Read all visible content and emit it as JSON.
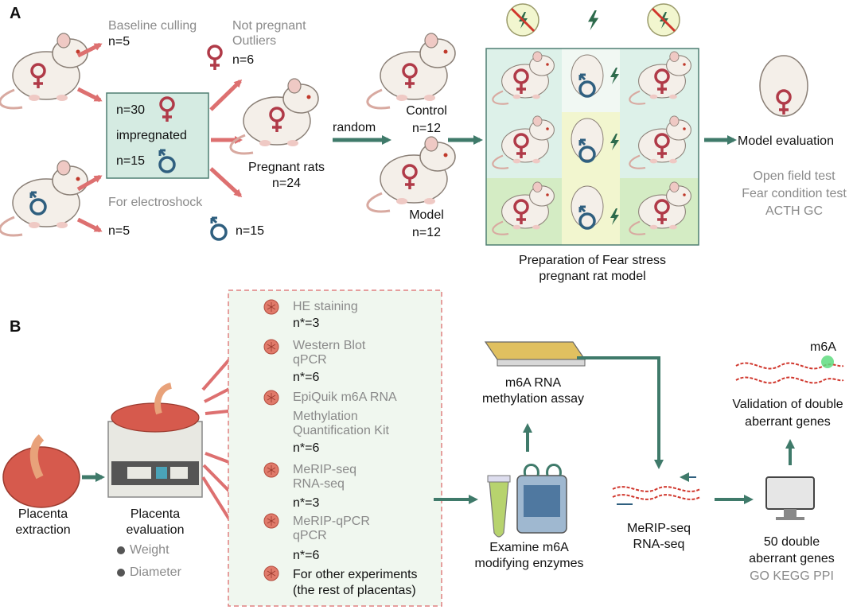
{
  "panel_a": {
    "letter": "A",
    "baseline": {
      "label": "Baseline culling",
      "n": "n=5"
    },
    "not_pregnant": {
      "line1": "Not pregnant",
      "line2": "Outliers",
      "n": "n=6"
    },
    "impregnated_box": {
      "n_female": "n=30",
      "label": "impregnated",
      "n_male": "n=15"
    },
    "electroshock": {
      "label": "For electroshock",
      "n": "n=5"
    },
    "male_extra": {
      "n": "n=15"
    },
    "pregnant": {
      "label": "Pregnant rats",
      "n": "n=24"
    },
    "random_label": "random",
    "control": {
      "label": "Control",
      "n": "n=12"
    },
    "model": {
      "label": "Model",
      "n": "n=12"
    },
    "grid_caption": {
      "line1": "Preparation of Fear stress",
      "line2": "pregnant rat model"
    },
    "evaluation": {
      "title": "Model evaluation",
      "tests": [
        "Open field test",
        "Fear condition test",
        "ACTH GC"
      ]
    }
  },
  "panel_b": {
    "letter": "B",
    "extraction": {
      "line1": "Placenta",
      "line2": "extraction"
    },
    "evaluation": {
      "line1": "Placenta",
      "line2": "evaluation",
      "bullets": [
        "Weight",
        "Diameter"
      ]
    },
    "experiments": [
      {
        "lines": [
          "HE staining"
        ],
        "n": "n*=3"
      },
      {
        "lines": [
          "Western Blot",
          "qPCR"
        ],
        "n": "n*=6"
      },
      {
        "lines": [
          "EpiQuik m6A RNA",
          "Methylation",
          "Quantification Kit"
        ],
        "n": "n*=6"
      },
      {
        "lines": [
          "MeRIP-seq",
          "RNA-seq"
        ],
        "n": "n*=3"
      },
      {
        "lines": [
          "MeRIP-qPCR",
          "qPCR"
        ],
        "n": "n*=6"
      },
      {
        "lines": [
          "For other experiments",
          "(the rest of placentas)"
        ],
        "n": ""
      }
    ],
    "assay": {
      "line1": "m6A RNA",
      "line2": "methylation assay"
    },
    "enzymes": {
      "line1": "Examine m6A",
      "line2": "modifying enzymes"
    },
    "seq": {
      "line1": "MeRIP-seq",
      "line2": "RNA-seq"
    },
    "genes": {
      "line1": "50 double",
      "line2": "aberrant genes",
      "line3": "GO KEGG PPI"
    },
    "validation": {
      "line1": "Validation of double",
      "line2": "aberrant genes",
      "tag": "m6A"
    }
  },
  "colors": {
    "female": "#b03a48",
    "male": "#2f5f7f",
    "red_arrow": "#dd7070",
    "teal_arrow": "#3f7a6a",
    "box_fill": "#d5ebe2",
    "dashed_border": "#e08080",
    "grid_mint": "#ddf1e9",
    "grid_yellow": "#f2f6cf",
    "grid_green": "#d4ecc4"
  }
}
